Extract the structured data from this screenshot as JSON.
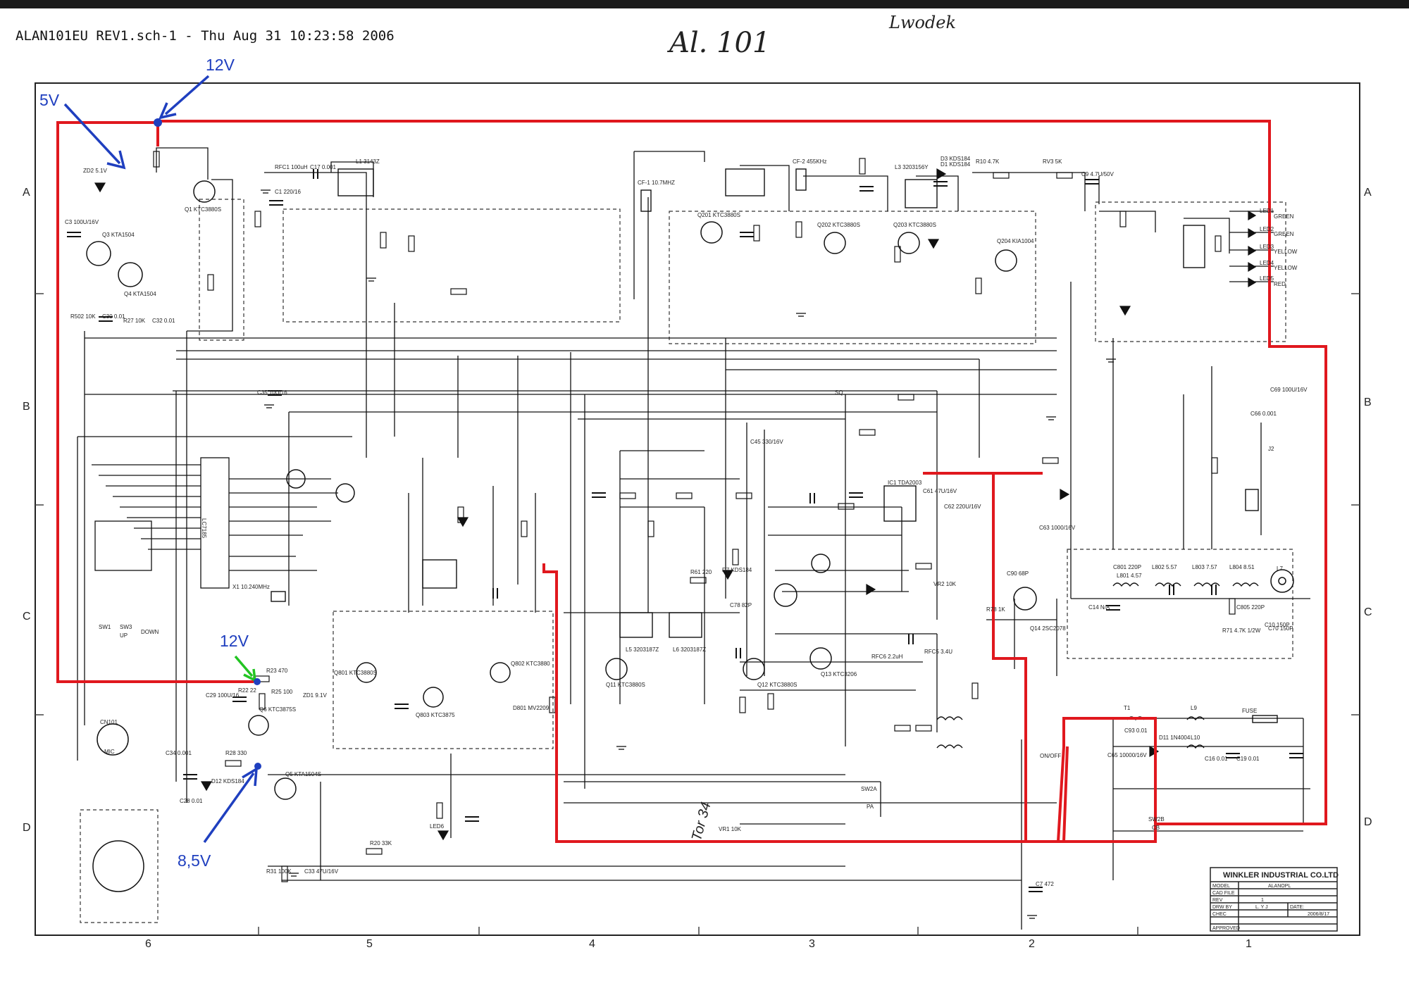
{
  "header": {
    "title": "ALAN101EU REV1.sch-1 - Thu Aug 31 10:23:58 2006",
    "handwritten_model": "Al. 101",
    "handwritten_note": "Lwodek"
  },
  "annotations": {
    "v12_top": "12V",
    "v5": "5V",
    "v12_mid": "12V",
    "v85": "8,5V",
    "handwritten_bottom": "Tor 34"
  },
  "colors": {
    "trace_red": "#e0181e",
    "arrow_blue": "#1f3fbf",
    "arrow_green": "#22c422",
    "line": "#111111"
  },
  "grid": {
    "columns": [
      "6",
      "5",
      "4",
      "3",
      "2",
      "1"
    ],
    "rows": [
      "A",
      "B",
      "C",
      "D"
    ]
  },
  "title_block": {
    "company": "WINKLER INDUSTRIAL CO.LTD",
    "model_label": "MODEL",
    "model_value": "ALANOPL",
    "cad_label": "CAD FILE",
    "rev_label": "REV",
    "rev_value": "1",
    "drawn_label": "DRW BY",
    "drawn_value": "L. Y J",
    "date_label": "DATE:",
    "date_value": "2006/8/17",
    "check_label": "CHEC",
    "approved_label": "APPROVED"
  },
  "components": {
    "ic_main": "LC7185",
    "led_labels": [
      "GREEN",
      "GREEN",
      "YELLOW",
      "YELLOW",
      "RED"
    ],
    "led_names": [
      "LED1",
      "LED2",
      "LED3",
      "LED4",
      "LED5"
    ],
    "fuse": "FUSE",
    "switch_on_off": "ON/OFF",
    "mic": "MIC",
    "parts": [
      "Q1 KTC3880S",
      "Q201 KTC3880S",
      "Q202 KTC3880S",
      "Q203 KTC3880S",
      "Q204 KIA1004",
      "L3 3203156Y",
      "CF-1 10.7MHZ",
      "CF-2 455KHz",
      "D1 KDS184",
      "ZD2 5.1V",
      "C3 100U/16V",
      "Q3 KTA1504",
      "Q4 KTA1504",
      "R502 10K",
      "C30 0.01",
      "R27 10K",
      "C32 0.01",
      "RFC1 100uH",
      "C17 0.001",
      "L1 3143Z",
      "C1 220/16",
      "C9 4.7U/50V",
      "RV3 5K",
      "R10 4.7K",
      "D3 KDS184",
      "C35 10U/16",
      "C45 330/16V",
      "IC1 TDA2003",
      "C61 47U/16V",
      "C62 220U/16V",
      "C63 1000/16V",
      "C69 100U/16V",
      "C66 0.001",
      "J2",
      "C14 N/A",
      "C10 150P",
      "T1",
      "C93 0.01",
      "D11 1N4004",
      "L9",
      "L10",
      "C16 0.01",
      "C19 0.01",
      "C65 10000/16V",
      "C7 472",
      "LED6",
      "R20 33K",
      "R31 100K",
      "C33 47U/16V",
      "Q5 KTA1504S",
      "Q6 KTC3875S",
      "D12 KDS184",
      "ZD1 9.1V",
      "C29 100U/16",
      "R22 22",
      "R23 470",
      "R25 100",
      "R28 330",
      "C34 0.001",
      "C28 0.01",
      "Q11 KTC3880S",
      "L5 3203187Z",
      "L6 3203187Z",
      "C78 82P",
      "D7 KDS184",
      "R61 220",
      "Q12 KTC3880S",
      "Q13 KTC3206",
      "RFC6 2.2uH",
      "RFC5 3.4U",
      "R78 1K",
      "C90 68P",
      "Q14 2SC2078",
      "C801 220P",
      "L801 4.57",
      "L802 5.57",
      "L803 7.57",
      "L804 8.51",
      "C805 220P",
      "R71 4.7K 1/2W",
      "L7",
      "C70 150P",
      "Q801 KTC3880S",
      "Q802 KTC3880",
      "Q803 KTC3875",
      "D801 MV2209",
      "X1 10.240MHz",
      "SW1",
      "SW3",
      "UP",
      "DOWN",
      "CN101",
      "SW2A",
      "SW2B",
      "PA",
      "CB",
      "VR1 10K",
      "VR2 10K",
      "SQ"
    ]
  }
}
